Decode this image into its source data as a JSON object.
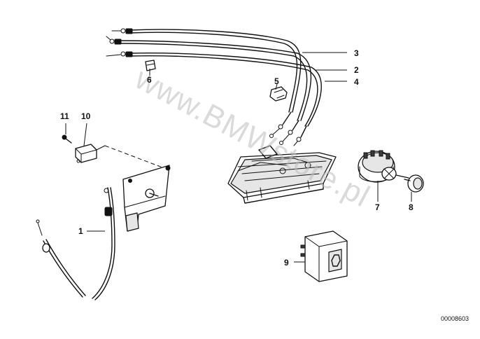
{
  "watermark": "www.BMWstore.pl",
  "reference_number": "00008603",
  "callouts": [
    {
      "id": "1",
      "label": "1"
    },
    {
      "id": "2",
      "label": "2"
    },
    {
      "id": "3",
      "label": "3"
    },
    {
      "id": "4",
      "label": "4"
    },
    {
      "id": "5",
      "label": "5"
    },
    {
      "id": "6",
      "label": "6"
    },
    {
      "id": "7",
      "label": "7"
    },
    {
      "id": "8",
      "label": "8"
    },
    {
      "id": "9",
      "label": "9"
    },
    {
      "id": "10",
      "label": "10"
    },
    {
      "id": "11",
      "label": "11"
    }
  ]
}
